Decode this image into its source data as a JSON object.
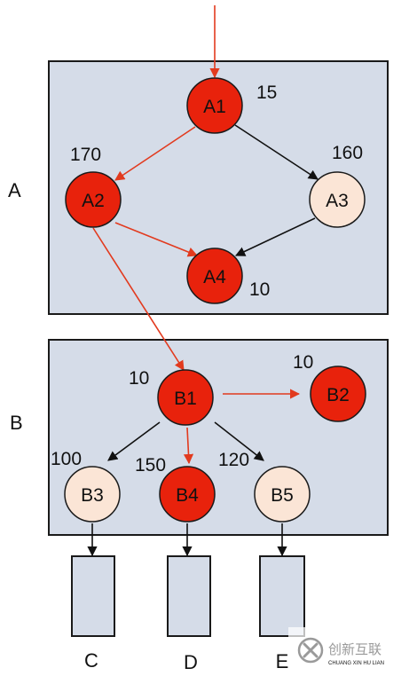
{
  "colors": {
    "panel_fill": "#d5dce8",
    "panel_stroke": "#1a1a1a",
    "hot_node": "#e8220c",
    "cold_node": "#fbe5d6",
    "red_edge": "#e23a1e",
    "black_edge": "#111111"
  },
  "groups": {
    "a": {
      "label": "A"
    },
    "b": {
      "label": "B"
    }
  },
  "nodes": {
    "a1": {
      "label": "A1",
      "value": "15",
      "state": "hot"
    },
    "a2": {
      "label": "A2",
      "value": "170",
      "state": "hot"
    },
    "a3": {
      "label": "A3",
      "value": "160",
      "state": "cold"
    },
    "a4": {
      "label": "A4",
      "value": "10",
      "state": "hot"
    },
    "b1": {
      "label": "B1",
      "value": "10",
      "state": "hot"
    },
    "b2": {
      "label": "B2",
      "value": "10",
      "state": "hot"
    },
    "b3": {
      "label": "B3",
      "value": "100",
      "state": "cold"
    },
    "b4": {
      "label": "B4",
      "value": "150",
      "state": "hot"
    },
    "b5": {
      "label": "B5",
      "value": "120",
      "state": "cold"
    }
  },
  "outputs": {
    "c": {
      "label": "C"
    },
    "d": {
      "label": "D"
    },
    "e": {
      "label": "E"
    }
  },
  "edges": [
    {
      "from": "entry",
      "to": "a1",
      "color": "red"
    },
    {
      "from": "a1",
      "to": "a2",
      "color": "red"
    },
    {
      "from": "a1",
      "to": "a3",
      "color": "black"
    },
    {
      "from": "a2",
      "to": "a4",
      "color": "red"
    },
    {
      "from": "a3",
      "to": "a4",
      "color": "black"
    },
    {
      "from": "a2",
      "to": "b1",
      "color": "red"
    },
    {
      "from": "b1",
      "to": "b2",
      "color": "red"
    },
    {
      "from": "b1",
      "to": "b3",
      "color": "black"
    },
    {
      "from": "b1",
      "to": "b4",
      "color": "red"
    },
    {
      "from": "b1",
      "to": "b5",
      "color": "black"
    },
    {
      "from": "b3",
      "to": "c",
      "color": "black"
    },
    {
      "from": "b4",
      "to": "d",
      "color": "black"
    },
    {
      "from": "b5",
      "to": "e",
      "color": "black"
    }
  ],
  "watermark": {
    "icon": "x-logo-icon",
    "text_cn": "创新互联",
    "text_en": "CHUANG XIN HU LIAN"
  }
}
